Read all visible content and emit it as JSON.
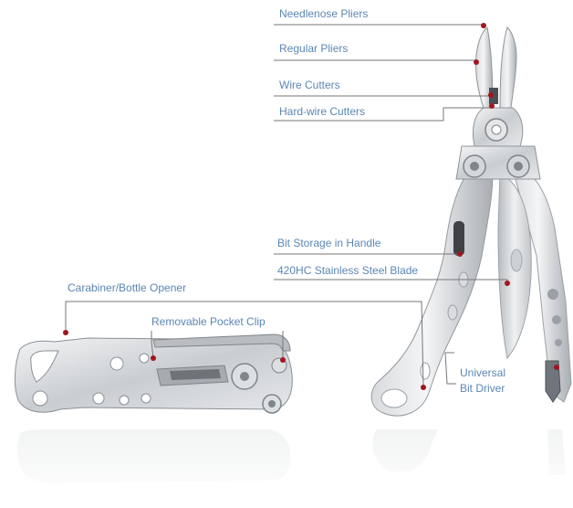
{
  "callouts": {
    "needlenose": "Needlenose Pliers",
    "regular": "Regular Pliers",
    "wire": "Wire Cutters",
    "hardwire": "Hard-wire Cutters",
    "bit_storage": "Bit Storage in Handle",
    "blade": "420HC Stainless Steel Blade",
    "carabiner": "Carabiner/Bottle Opener",
    "pocket_clip": "Removable Pocket Clip",
    "bit_driver_line1": "Universal",
    "bit_driver_line2": "Bit Driver"
  },
  "colors": {
    "label_text": "#5b86b5",
    "leader_line": "#777777",
    "marker_dot": "#a0161e",
    "steel_light": "#eceef0",
    "steel_mid": "#c4c8cc",
    "steel_dark": "#8a9096",
    "background": "#ffffff"
  }
}
